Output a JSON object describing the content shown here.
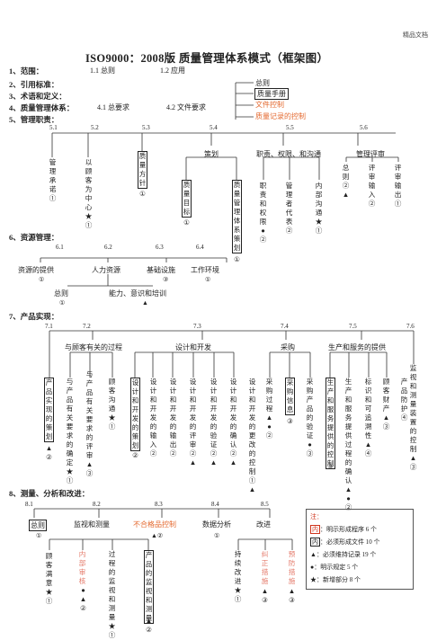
{
  "header": {
    "corner": "精品文档"
  },
  "title": "ISO9000：2008版    质量管理体系模式（框架图）",
  "top": {
    "s1": "1、范围：",
    "s1a": "1.1 总则",
    "s1b": "1.2 应用",
    "s2": "2、引用标准：",
    "s3": "3、术语和定义：",
    "s4": "4、质量管理体系：",
    "s4a": "4.1 总要求",
    "s4b": "4.2 文件要求",
    "s5": "5、管理职责：",
    "docs": [
      "总则",
      "质量手册",
      "文件控制",
      "质量记录的控制"
    ]
  },
  "s5": {
    "nums": [
      "5.1",
      "5.2",
      "5.3",
      "5.4",
      "5.5",
      "5.6"
    ],
    "labels": {
      "planning": "策划",
      "duty": "职责、权限、和沟通",
      "review": "管理评审"
    },
    "c1": "管理承诺①",
    "c2": "以顾客为中心★①",
    "c3": "质量方针",
    "c3n": "①",
    "c4": "质量目标",
    "c4n": "①",
    "c5": "质量管理体系策划",
    "c5n": "①",
    "c6": "职责和权限●②",
    "c7": "管理者代表②",
    "c8": "内部沟通★①",
    "c9": "总则②▲",
    "c10": "评审输入②",
    "c11": "评审输出①"
  },
  "s6": {
    "heading": "6、资源管理：",
    "nums": [
      "6.1",
      "6.2",
      "6.3",
      "6.4"
    ],
    "items": [
      "资源的提供",
      "人力资源",
      "基础设施",
      "工作环境"
    ],
    "marks": [
      "①",
      "③",
      "①"
    ],
    "sub": [
      "总则",
      "能力、意识和培训"
    ],
    "subMarks": [
      "①",
      "▲"
    ]
  },
  "s7": {
    "heading": "7、产品实现：",
    "nums": [
      "7.1",
      "7.2",
      "7.3",
      "7.4",
      "7.5",
      "7.6"
    ],
    "labels": [
      "与顾客有关的过程",
      "设计和开发",
      "采购",
      "生产和服务的提供"
    ],
    "c1": "产品实现的策划",
    "c1n": "▲②",
    "c2": "与产品有关要求的确定★①",
    "c3": "与产品有关要求的评审▲③",
    "c4": "顾客沟通★①",
    "c5": "设计和开发的策划",
    "c5n": "②",
    "c6": "设计和开发的输入②",
    "c7": "设计和开发的输出②",
    "c8": "设计和开发的评审②▲",
    "c9": "设计和开发的验证②▲",
    "c10": "设计和开发的确认②▲",
    "c11": "设计和开发的更改的控制①▲",
    "c12": "采购过程▲●②",
    "c13": "采购信息",
    "c13n": "③",
    "c14": "采购产品的验证●③",
    "c15": "生产和服务提供的控制",
    "c15n": "③",
    "c16": "生产和服务提供过程的确认▲●②",
    "c17": "标识和可追溯性▲④",
    "c18": "顾客财产▲③",
    "c19": "产品防护④",
    "c20": "监视和测量装置的控制▲③"
  },
  "s8": {
    "heading": "8、测量、分析和改进：",
    "nums": [
      "8.1",
      "8.2",
      "8.3",
      "8.4",
      "8.5"
    ],
    "items": {
      "general": "总则",
      "monitor": "监视和测量",
      "nonconf": "不合格品控制",
      "nonconfMark": "▲②",
      "analysis": "数据分析",
      "analysisMark": "①",
      "improve": "改进"
    },
    "generalMark": "①",
    "c1": "顾客满意★①",
    "c2": "内部审核",
    "c2n": "●▲②",
    "c3": "过程的监视和测量★①",
    "c4": "产品的监视和测量",
    "c4n": "▲②",
    "c5": "持续改进★①",
    "c6": "纠正措施",
    "c6n": "▲③",
    "c7": "预防措施",
    "c7n": "▲③"
  },
  "legend": {
    "title": "注：",
    "rows": [
      {
        "sym": "内",
        "text": "：明示形成程序 6 个"
      },
      {
        "sym": "内",
        "text": "：必须形成文件 10 个"
      },
      {
        "sym": "▲",
        "text": "：必须维持记录 19 个"
      },
      {
        "sym": "●",
        "text": "：明示规定 5 个"
      },
      {
        "sym": "★",
        "text": "：新增部分 8 个"
      }
    ]
  }
}
